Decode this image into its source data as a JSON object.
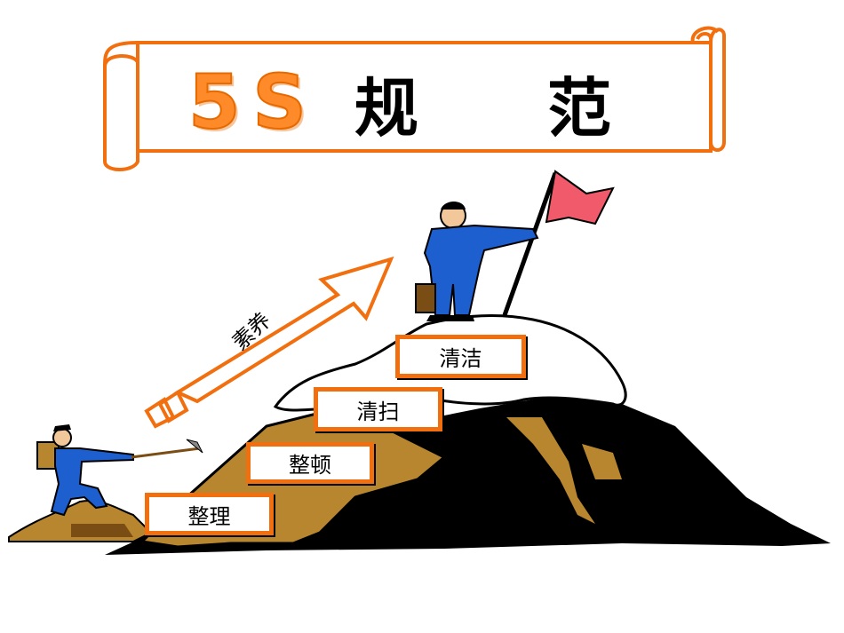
{
  "title": {
    "prefix": "5S",
    "main": "规 范"
  },
  "arrow": {
    "label": "素养"
  },
  "steps": [
    {
      "label": "整理"
    },
    {
      "label": "整顿"
    },
    {
      "label": "清扫"
    },
    {
      "label": "清洁"
    }
  ],
  "colors": {
    "accent": "#f26f0f",
    "flag": "#f05a6a",
    "suit": "#1e5fd0",
    "rock": "#000000",
    "earth": "#b8862e"
  }
}
